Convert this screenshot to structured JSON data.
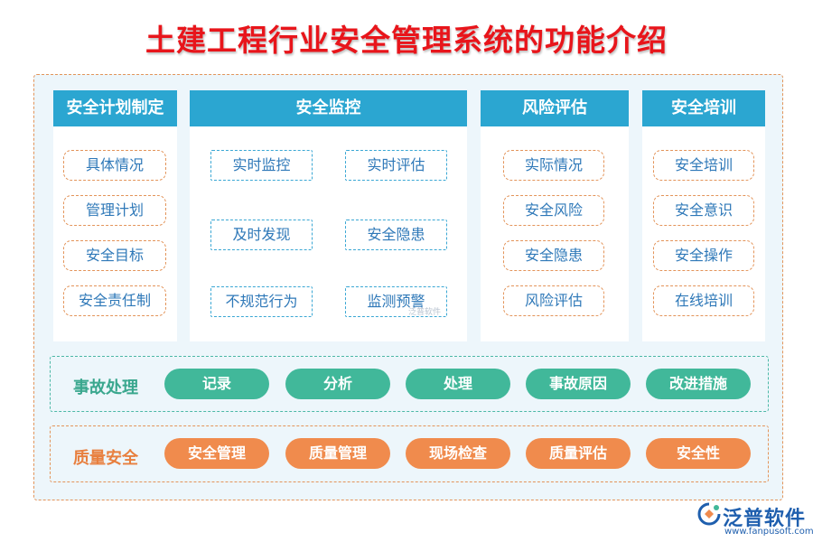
{
  "title": "土建工程行业安全管理系统的功能介绍",
  "columns": [
    {
      "header": "安全计划制定",
      "items": [
        "具体情况",
        "管理计划",
        "安全目标",
        "安全责任制"
      ]
    },
    {
      "header": "安全监控",
      "items": [
        "实时监控",
        "实时评估",
        "及时发现",
        "安全隐患",
        "不规范行为",
        "监测预警"
      ]
    },
    {
      "header": "风险评估",
      "items": [
        "实际情况",
        "安全风险",
        "安全隐患",
        "风险评估"
      ]
    },
    {
      "header": "安全培训",
      "items": [
        "安全培训",
        "安全意识",
        "安全操作",
        "在线培训"
      ]
    }
  ],
  "accident": {
    "label": "事故处理",
    "items": [
      "记录",
      "分析",
      "处理",
      "事故原因",
      "改进措施"
    ]
  },
  "quality": {
    "label": "质量安全",
    "items": [
      "安全管理",
      "质量管理",
      "现场检查",
      "质量评估",
      "安全性"
    ]
  },
  "watermark": "泛普软件",
  "logo": {
    "text": "泛普软件",
    "url": "www.fanpusoft.com"
  },
  "colors": {
    "title": "#e8151b",
    "column_header": "#2ba6d1",
    "accident_chip": "#41b89a",
    "quality_chip": "#f08b4d",
    "dashed_orange": "#e3945a",
    "dashed_teal": "#4cb8a6"
  }
}
